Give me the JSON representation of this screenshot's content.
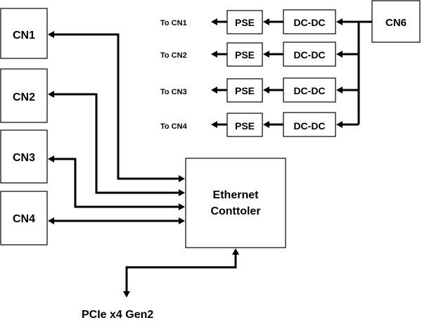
{
  "connectors": {
    "cn1": "CN1",
    "cn2": "CN2",
    "cn3": "CN3",
    "cn4": "CN4",
    "cn6": "CN6"
  },
  "ethernet_controller": {
    "line1": "Ethernet",
    "line2": "Conttoler"
  },
  "pcie_label": "PCIe x4 Gen2",
  "power_rows": [
    {
      "to_label": "To CN1",
      "pse": "PSE",
      "dcdc": "DC-DC"
    },
    {
      "to_label": "To CN2",
      "pse": "PSE",
      "dcdc": "DC-DC"
    },
    {
      "to_label": "To CN3",
      "pse": "PSE",
      "dcdc": "DC-DC"
    },
    {
      "to_label": "To CN4",
      "pse": "PSE",
      "dcdc": "DC-DC"
    }
  ]
}
